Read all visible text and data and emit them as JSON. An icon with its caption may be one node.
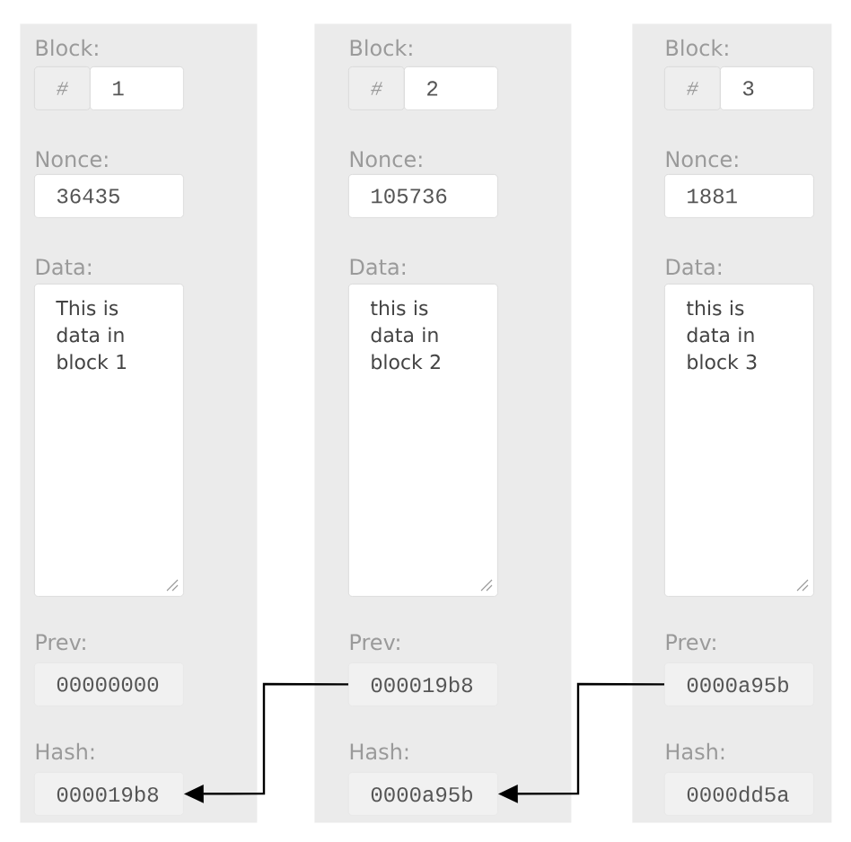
{
  "diagram": {
    "nodes": [
      {
        "text": [],
        "shape": "box"
      },
      {
        "text": [
          "Block:",
          "#",
          "1"
        ],
        "in": 0
      },
      {
        "text": [
          "Nonce:",
          "36435"
        ],
        "in": 0
      },
      {
        "text": [
          "Data:",
          "This is data in block 1"
        ],
        "in": 0
      },
      {
        "text": [
          "Prev:",
          "00000000"
        ],
        "in": 0
      },
      {
        "text": [
          "Hash:",
          "000019b8"
        ],
        "in": 0
      },
      {
        "text": [],
        "shape": "box"
      },
      {
        "text": [
          "Block:",
          "#",
          "2"
        ],
        "in": 6
      },
      {
        "text": [
          "Nonce:",
          "105736"
        ],
        "in": 6
      },
      {
        "text": [
          "Data:",
          "this is data in block 2"
        ],
        "in": 6
      },
      {
        "text": [
          "Prev:",
          "000019b8"
        ],
        "in": 6
      },
      {
        "text": [
          "Hash:",
          "0000a95b"
        ],
        "in": 6
      },
      {
        "text": [],
        "shape": "box"
      },
      {
        "text": [
          "Block:",
          "#",
          "3"
        ],
        "in": 12
      },
      {
        "text": [
          "Nonce:",
          "1881"
        ],
        "in": 12
      },
      {
        "text": [
          "Data:",
          "this is data in block 3"
        ],
        "in": 12
      },
      {
        "text": [
          "Prev:",
          "0000a95b"
        ],
        "in": 12
      },
      {
        "text": [
          "Hash:",
          "0000dd5a"
        ],
        "in": 12
      }
    ],
    "edges": [
      {
        "from": 10,
        "to": 5,
        "arrow": "to"
      },
      {
        "from": 16,
        "to": 11,
        "arrow": "to"
      }
    ]
  }
}
